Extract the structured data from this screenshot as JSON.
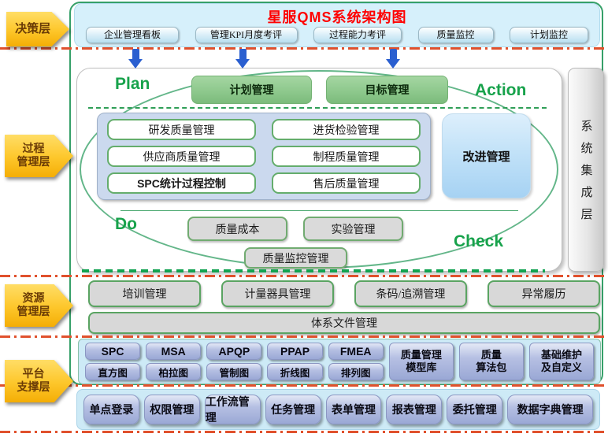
{
  "title": "星服QMS系统架构图",
  "side_layers": [
    {
      "line1": "决策层",
      "line2": ""
    },
    {
      "line1": "过程",
      "line2": "管理层"
    },
    {
      "line1": "资源",
      "line2": "管理层"
    },
    {
      "line1": "平台",
      "line2": "支撑层"
    }
  ],
  "decision": {
    "items": [
      "企业管理看板",
      "管理KPI月度考评",
      "过程能力考评",
      "质量监控",
      "计划监控"
    ]
  },
  "pdca": {
    "plan": "Plan",
    "action": "Action",
    "do": "Do",
    "check": "Check",
    "plan_box": "计划管理",
    "goal_box": "目标管理",
    "left_modules": [
      "研发质量管理",
      "供应商质量管理",
      "SPC统计过程控制"
    ],
    "right_modules": [
      "进货检验管理",
      "制程质量管理",
      "售后质量管理"
    ],
    "improve": "改进管理",
    "cost": "质量成本",
    "lab": "实验管理",
    "monitor": "质量监控管理"
  },
  "integration": {
    "label": "系统集成层"
  },
  "resource": {
    "items": [
      "培训管理",
      "计量器具管理",
      "条码/追溯管理",
      "异常履历"
    ],
    "wide": "体系文件管理"
  },
  "platform": {
    "pairs": [
      {
        "top": "SPC",
        "bottom": "直方图"
      },
      {
        "top": "MSA",
        "bottom": "柏拉图"
      },
      {
        "top": "APQP",
        "bottom": "管制图"
      },
      {
        "top": "PPAP",
        "bottom": "折线图"
      },
      {
        "top": "FMEA",
        "bottom": "排列图"
      }
    ],
    "talls": [
      {
        "line1": "质量管理",
        "line2": "模型库"
      },
      {
        "line1": "质量",
        "line2": "算法包"
      },
      {
        "line1": "基础维护",
        "line2": "及自定义"
      }
    ]
  },
  "bottom": {
    "items": [
      "单点登录",
      "权限管理",
      "工作流管理",
      "任务管理",
      "表单管理",
      "报表管理",
      "委托管理",
      "数据字典管理"
    ]
  },
  "colors": {
    "title_red": "#ff0000",
    "layer_yellow": "#fdc62a",
    "pdca_green": "#17a24b",
    "arrow_blue": "#2a5fd0",
    "frame_green": "#36a069",
    "separator_red": "#e0512d"
  }
}
